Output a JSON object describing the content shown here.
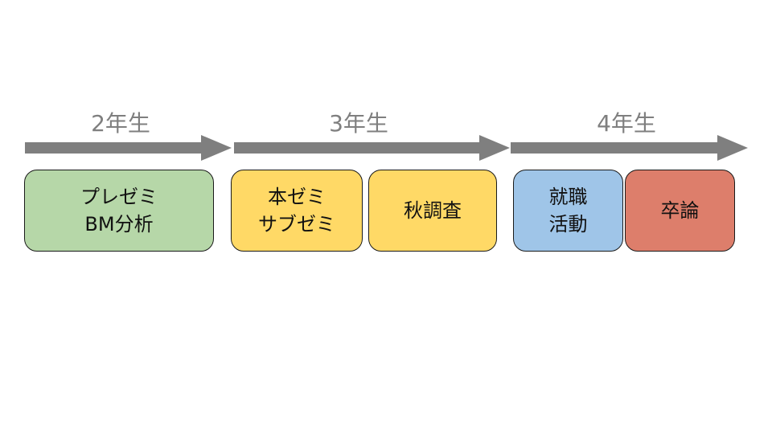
{
  "colors": {
    "arrow": "#7f7f7f",
    "green": "#b6d7a8",
    "yellow": "#ffd966",
    "blue": "#9fc5e8",
    "red": "#dd7e6b"
  },
  "years": [
    {
      "label": "2年生"
    },
    {
      "label": "3年生"
    },
    {
      "label": "4年生"
    }
  ],
  "boxes": [
    {
      "line1": "プレゼミ",
      "line2": "BM分析",
      "color": "green"
    },
    {
      "line1": "本ゼミ",
      "line2": "サブゼミ",
      "color": "yellow"
    },
    {
      "line1": "秋調査",
      "line2": "",
      "color": "yellow"
    },
    {
      "line1": "就職",
      "line2": "活動",
      "color": "blue"
    },
    {
      "line1": "卒論",
      "line2": "",
      "color": "red"
    }
  ]
}
